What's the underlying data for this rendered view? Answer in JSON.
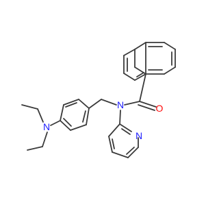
{
  "molecule": {
    "atoms": {
      "carbonyl_oxygen": "O",
      "amide_nitrogen": "N",
      "pyridine_nitrogen": "N",
      "amine_nitrogen": "N"
    },
    "colors": {
      "bond": "#3a3a3a",
      "oxygen": "#ff0d0d",
      "nitrogen": "#2020ff",
      "background": "#ffffff"
    }
  }
}
